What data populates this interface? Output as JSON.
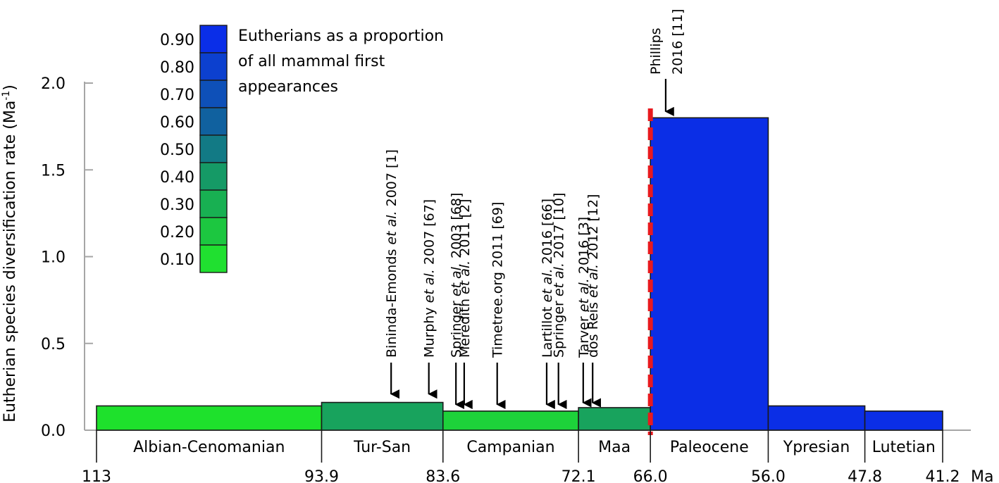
{
  "chart_data": {
    "type": "bar",
    "ylabel": "Eutherian species diversification rate (Ma",
    "ylabel_sup": "-1",
    "ylabel_close": ")",
    "ylim": [
      0,
      2.0
    ],
    "yticks": [
      "0.0",
      "0.5",
      "1.0",
      "1.5",
      "2.0"
    ],
    "xunit": "Ma",
    "xlim": [
      113,
      41.2
    ],
    "boundary_labels": [
      "113",
      "93.9",
      "83.6",
      "72.1",
      "66.0",
      "56.0",
      "47.8",
      "41.2"
    ],
    "boundaries": [
      113,
      93.9,
      83.6,
      72.1,
      66.0,
      56.0,
      47.8,
      41.2
    ],
    "intervals": [
      {
        "name": "Albian-Cenomanian",
        "start": 113,
        "end": 93.9,
        "rate": 0.14,
        "proportion": 0.1,
        "color": "#1ee12c"
      },
      {
        "name": "Tur-San",
        "start": 93.9,
        "end": 83.6,
        "rate": 0.16,
        "proportion": 0.4,
        "color": "#18a35d"
      },
      {
        "name": "Campanian",
        "start": 83.6,
        "end": 72.1,
        "rate": 0.11,
        "proportion": 0.2,
        "color": "#1dd23a"
      },
      {
        "name": "Maa",
        "start": 72.1,
        "end": 66.0,
        "rate": 0.13,
        "proportion": 0.4,
        "color": "#18a35d"
      },
      {
        "name": "Paleocene",
        "start": 66.0,
        "end": 56.0,
        "rate": 1.8,
        "proportion": 0.9,
        "color": "#0b2ee6"
      },
      {
        "name": "Ypresian",
        "start": 56.0,
        "end": 47.8,
        "rate": 0.14,
        "proportion": 0.9,
        "color": "#0b2ee6"
      },
      {
        "name": "Lutetian",
        "start": 47.8,
        "end": 41.2,
        "rate": 0.11,
        "proportion": 0.9,
        "color": "#0b2ee6"
      }
    ],
    "kpg_boundary": {
      "x": 66.0,
      "color": "#e8191e"
    },
    "legend": {
      "title_lines": [
        "Eutherians as a proportion",
        "of all mammal first",
        "appearances"
      ],
      "entries": [
        {
          "label": "0.90",
          "color": "#0a2ee8"
        },
        {
          "label": "0.80",
          "color": "#0c40cf"
        },
        {
          "label": "0.70",
          "color": "#0e50b8"
        },
        {
          "label": "0.60",
          "color": "#10619f"
        },
        {
          "label": "0.50",
          "color": "#127a85"
        },
        {
          "label": "0.40",
          "color": "#159a66"
        },
        {
          "label": "0.30",
          "color": "#18b052"
        },
        {
          "label": "0.20",
          "color": "#1cc740"
        },
        {
          "label": "0.10",
          "color": "#20e030"
        }
      ]
    },
    "studies": [
      {
        "x": 88.0,
        "arrow_y": 0.2,
        "parts": [
          {
            "t": "Bininda-Emonds "
          },
          {
            "t": "et al.",
            "i": true
          },
          {
            "t": " 2007 [1]"
          }
        ]
      },
      {
        "x": 84.8,
        "arrow_y": 0.2,
        "parts": [
          {
            "t": "Murphy "
          },
          {
            "t": "et al.",
            "i": true
          },
          {
            "t": " 2007 [67]"
          }
        ]
      },
      {
        "x": 82.5,
        "arrow_y": 0.14,
        "parts": [
          {
            "t": "Springer "
          },
          {
            "t": "et al.",
            "i": true
          },
          {
            "t": " 2003 [68]"
          }
        ]
      },
      {
        "x": 81.8,
        "arrow_y": 0.14,
        "parts": [
          {
            "t": "Meredith "
          },
          {
            "t": "et al.",
            "i": true
          },
          {
            "t": " 2011 [2]"
          }
        ]
      },
      {
        "x": 79.0,
        "arrow_y": 0.14,
        "parts": [
          {
            "t": "Timetree.org 2011 [69]"
          }
        ]
      },
      {
        "x": 74.8,
        "arrow_y": 0.14,
        "parts": [
          {
            "t": "Lartillot "
          },
          {
            "t": "et al.",
            "i": true
          },
          {
            "t": " 2016 [66]"
          }
        ]
      },
      {
        "x": 73.8,
        "arrow_y": 0.14,
        "parts": [
          {
            "t": "Springer "
          },
          {
            "t": "et al.",
            "i": true
          },
          {
            "t": " 2017 [10]"
          }
        ]
      },
      {
        "x": 71.7,
        "arrow_y": 0.15,
        "parts": [
          {
            "t": "Tarver "
          },
          {
            "t": "et al.",
            "i": true
          },
          {
            "t": " 2016 [3]"
          }
        ]
      },
      {
        "x": 70.9,
        "arrow_y": 0.15,
        "parts": [
          {
            "t": "dos Reis "
          },
          {
            "t": "et al.",
            "i": true
          },
          {
            "t": " 2012 [12]"
          }
        ]
      }
    ],
    "top_study": {
      "x": 64.7,
      "arrow_y": 1.82,
      "lines": [
        "Phillips",
        "2016 [11]"
      ]
    }
  }
}
